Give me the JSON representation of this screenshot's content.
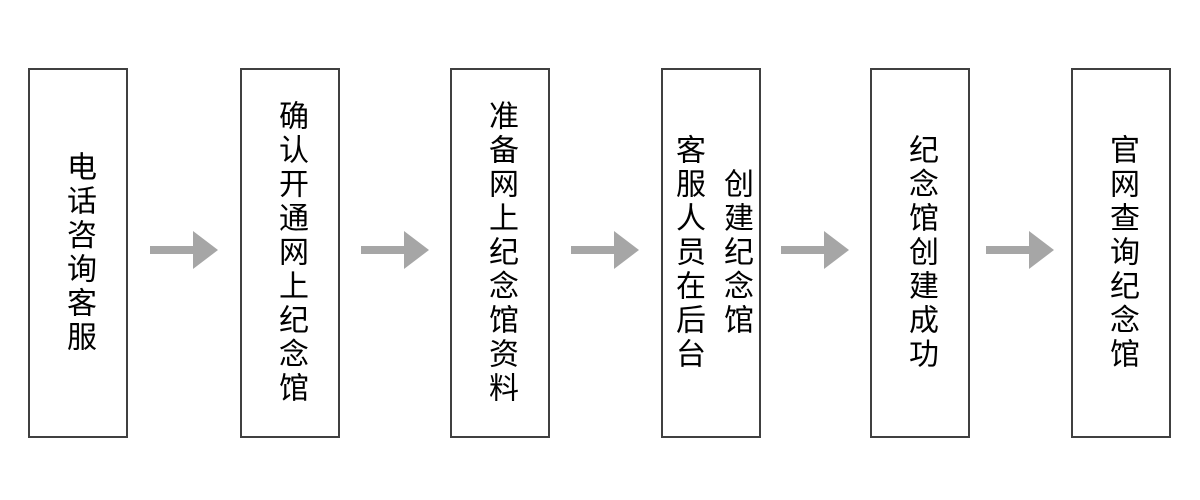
{
  "flowchart": {
    "background_color": "#ffffff",
    "box_border_color": "#404040",
    "text_color": "#000000",
    "arrow_color": "#a6a6a6",
    "arrow_icon": "right-arrow",
    "steps": [
      {
        "text": "电话咨询客服"
      },
      {
        "text": "确认开通网上纪念馆"
      },
      {
        "text": "准备网上纪念馆资料"
      },
      {
        "text": "客服人员在后台\n创建纪念馆"
      },
      {
        "text": "纪念馆创建成功"
      },
      {
        "text": "官网查询纪念馆"
      }
    ]
  }
}
